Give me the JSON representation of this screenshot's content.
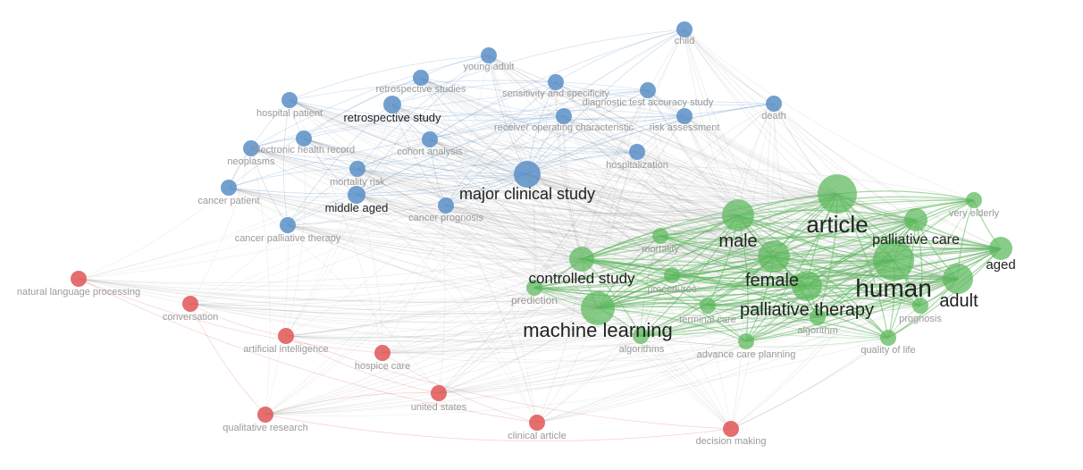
{
  "colors": {
    "blue": "#5b8fc7",
    "green": "#5cb85c",
    "red": "#e05656",
    "edge_gray": "#8a8a8a",
    "label_dark": "#222222",
    "label_light": "#9a9a9a"
  },
  "nodes": [
    {
      "id": "child",
      "label": "child",
      "cluster": "blue",
      "weight": 1
    },
    {
      "id": "young-adult",
      "label": "young adult",
      "cluster": "blue",
      "weight": 1
    },
    {
      "id": "retrospective-studies",
      "label": "retrospective studies",
      "cluster": "blue",
      "weight": 1
    },
    {
      "id": "sensitivity-and-specificity",
      "label": "sensitivity and specificity",
      "cluster": "blue",
      "weight": 1
    },
    {
      "id": "diagnostic-test-accuracy-study",
      "label": "diagnostic test accuracy study",
      "cluster": "blue",
      "weight": 1
    },
    {
      "id": "hospital-patient",
      "label": "hospital patient",
      "cluster": "blue",
      "weight": 1
    },
    {
      "id": "retrospective-study",
      "label": "retrospective study",
      "cluster": "blue",
      "weight": 2
    },
    {
      "id": "receiver-operating-characteristic",
      "label": "receiver operating characteristic",
      "cluster": "blue",
      "weight": 1
    },
    {
      "id": "risk-assessment",
      "label": "risk assessment",
      "cluster": "blue",
      "weight": 1
    },
    {
      "id": "death",
      "label": "death",
      "cluster": "blue",
      "weight": 1
    },
    {
      "id": "electronic-health-record",
      "label": "electronic health record",
      "cluster": "blue",
      "weight": 1
    },
    {
      "id": "neoplasms",
      "label": "neoplasms",
      "cluster": "blue",
      "weight": 1
    },
    {
      "id": "cohort-analysis",
      "label": "cohort analysis",
      "cluster": "blue",
      "weight": 1
    },
    {
      "id": "hospitalization",
      "label": "hospitalization",
      "cluster": "blue",
      "weight": 1
    },
    {
      "id": "mortality-risk",
      "label": "mortality risk",
      "cluster": "blue",
      "weight": 1
    },
    {
      "id": "major-clinical-study",
      "label": "major clinical study",
      "cluster": "blue",
      "weight": 3
    },
    {
      "id": "cancer-patient",
      "label": "cancer patient",
      "cluster": "blue",
      "weight": 1
    },
    {
      "id": "middle-aged",
      "label": "middle aged",
      "cluster": "blue",
      "weight": 2
    },
    {
      "id": "cancer-prognosis",
      "label": "cancer prognosis",
      "cluster": "blue",
      "weight": 1
    },
    {
      "id": "cancer-palliative-therapy",
      "label": "cancer palliative therapy",
      "cluster": "blue",
      "weight": 1
    },
    {
      "id": "very-elderly",
      "label": "very elderly",
      "cluster": "green",
      "weight": 1
    },
    {
      "id": "article",
      "label": "article",
      "cluster": "green",
      "weight": 6
    },
    {
      "id": "palliative-care",
      "label": "palliative care",
      "cluster": "green",
      "weight": 3
    },
    {
      "id": "male",
      "label": "male",
      "cluster": "green",
      "weight": 4
    },
    {
      "id": "mortality",
      "label": "mortality",
      "cluster": "green",
      "weight": 1
    },
    {
      "id": "aged",
      "label": "aged",
      "cluster": "green",
      "weight": 2
    },
    {
      "id": "controlled-study",
      "label": "controlled study",
      "cluster": "green",
      "weight": 3
    },
    {
      "id": "female",
      "label": "female",
      "cluster": "green",
      "weight": 4
    },
    {
      "id": "human",
      "label": "human",
      "cluster": "green",
      "weight": 6
    },
    {
      "id": "procedures",
      "label": "procedures",
      "cluster": "green",
      "weight": 1
    },
    {
      "id": "adult",
      "label": "adult",
      "cluster": "green",
      "weight": 4
    },
    {
      "id": "prediction",
      "label": "prediction",
      "cluster": "green",
      "weight": 1
    },
    {
      "id": "palliative-therapy",
      "label": "palliative therapy",
      "cluster": "green",
      "weight": 4
    },
    {
      "id": "terminal-care",
      "label": "terminal care",
      "cluster": "green",
      "weight": 1
    },
    {
      "id": "prognosis",
      "label": "prognosis",
      "cluster": "green",
      "weight": 1
    },
    {
      "id": "machine-learning",
      "label": "machine learning",
      "cluster": "green",
      "weight": 5
    },
    {
      "id": "algorithm",
      "label": "algorithm",
      "cluster": "green",
      "weight": 1
    },
    {
      "id": "algorithms",
      "label": "algorithms",
      "cluster": "green",
      "weight": 1
    },
    {
      "id": "advance-care-planning",
      "label": "advance care planning",
      "cluster": "green",
      "weight": 1
    },
    {
      "id": "quality-of-life",
      "label": "quality of life",
      "cluster": "green",
      "weight": 1
    },
    {
      "id": "natural-language-processing",
      "label": "natural language processing",
      "cluster": "red",
      "weight": 1
    },
    {
      "id": "conversation",
      "label": "conversation",
      "cluster": "red",
      "weight": 1
    },
    {
      "id": "artificial-intelligence",
      "label": "artificial intelligence",
      "cluster": "red",
      "weight": 1
    },
    {
      "id": "hospice-care",
      "label": "hospice care",
      "cluster": "red",
      "weight": 1
    },
    {
      "id": "united-states",
      "label": "united states",
      "cluster": "red",
      "weight": 1
    },
    {
      "id": "qualitative-research",
      "label": "qualitative research",
      "cluster": "red",
      "weight": 1
    },
    {
      "id": "clinical-article",
      "label": "clinical article",
      "cluster": "red",
      "weight": 1
    },
    {
      "id": "decision-making",
      "label": "decision making",
      "cluster": "red",
      "weight": 1
    }
  ]
}
